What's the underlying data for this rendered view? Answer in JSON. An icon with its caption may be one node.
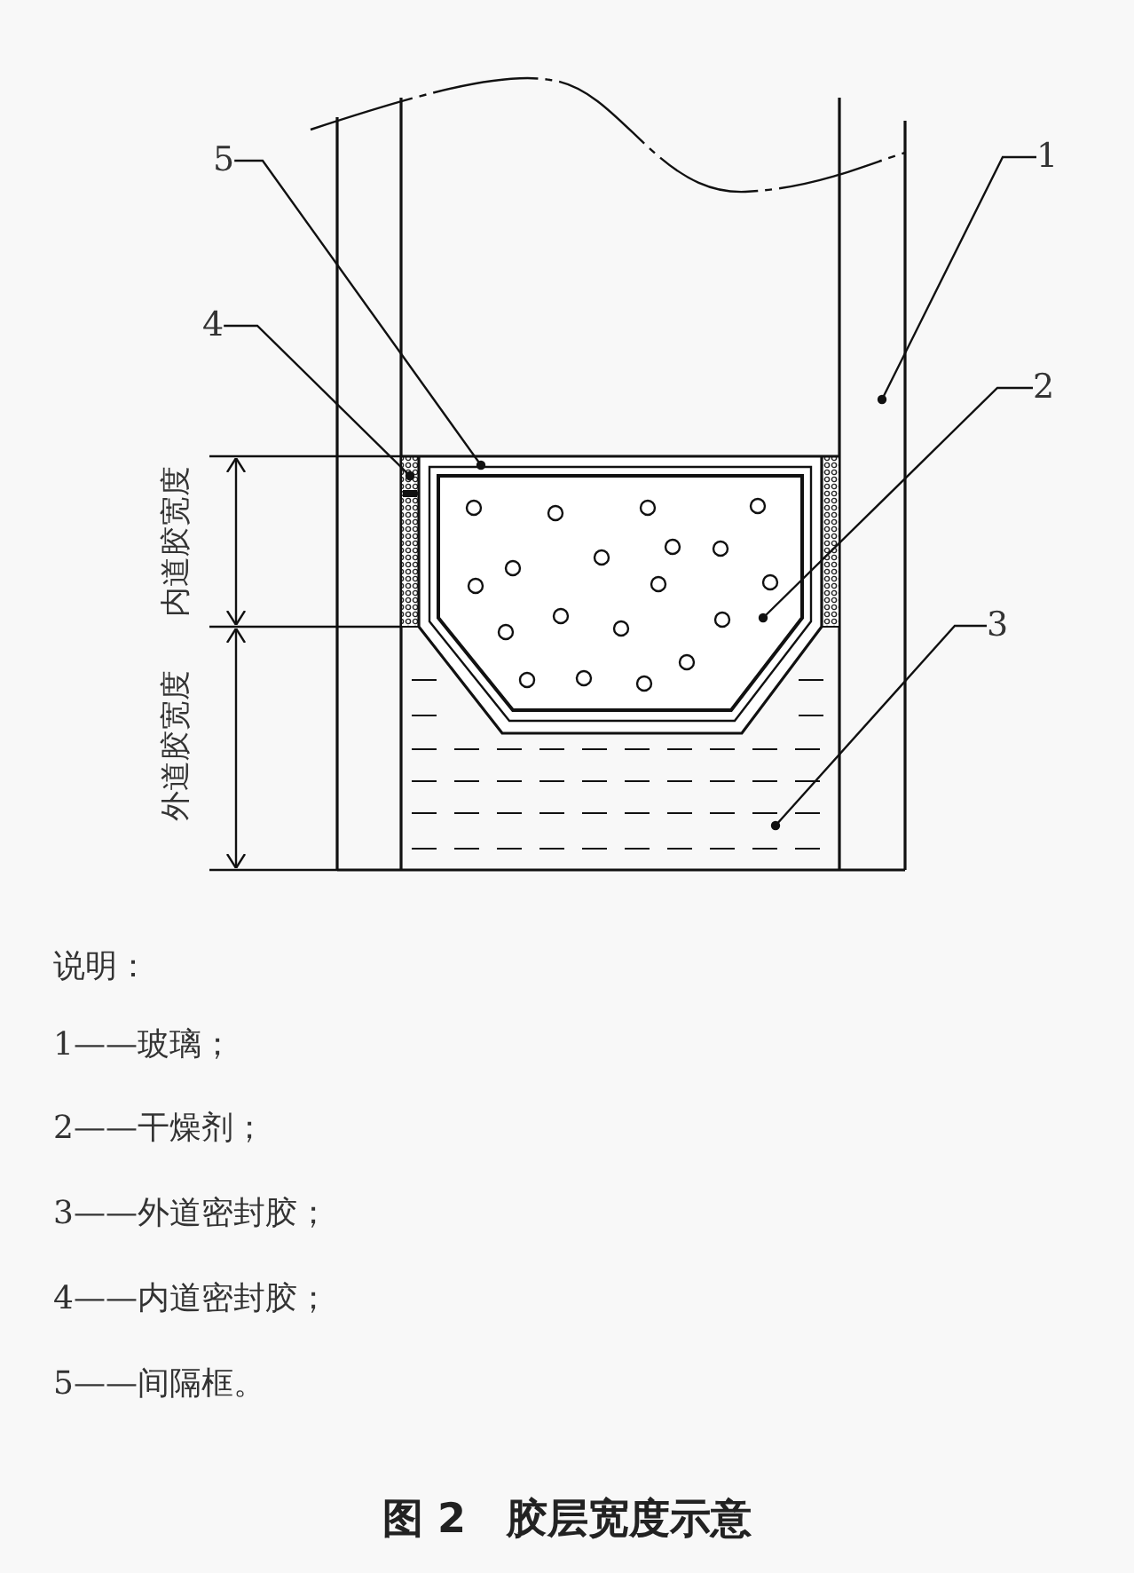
{
  "diagram": {
    "caption": "图 2　胶层宽度示意",
    "nodes": [
      {
        "text": [
          "5"
        ]
      },
      {
        "text": [
          "1"
        ]
      },
      {
        "text": [
          "4"
        ]
      },
      {
        "text": [
          "2"
        ]
      },
      {
        "text": [
          "3"
        ]
      }
    ],
    "edges": [
      {
        "from": 0,
        "to": null,
        "arrow": "other"
      },
      {
        "from": 1,
        "to": null,
        "arrow": "other"
      },
      {
        "from": 2,
        "to": null,
        "arrow": "other"
      },
      {
        "from": 3,
        "to": null,
        "arrow": "other"
      },
      {
        "from": 4,
        "to": null,
        "arrow": "other"
      }
    ],
    "labels": [
      "内道胶宽度",
      "外道胶宽度",
      "说明：",
      "1——玻璃；",
      "2——干燥剂；",
      "3——外道密封胶；",
      "4——内道密封胶；",
      "5——间隔框。"
    ]
  }
}
